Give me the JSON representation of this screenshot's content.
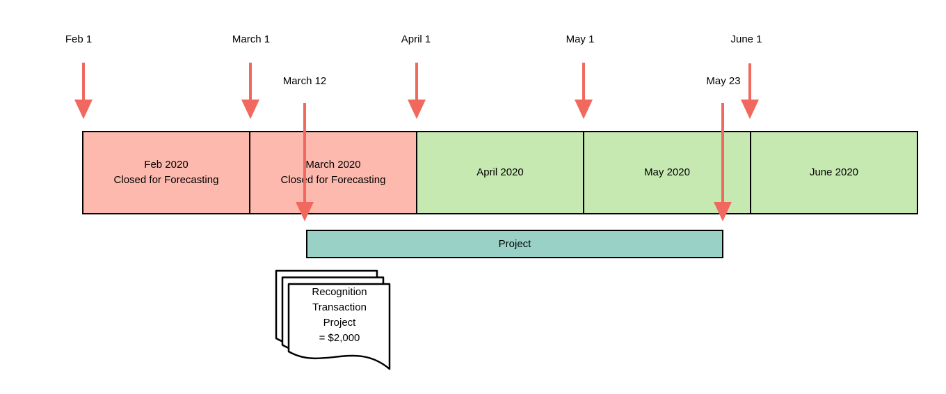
{
  "colors": {
    "closed_fill": "#fdb9ae",
    "open_fill": "#c6e8b1",
    "project_fill": "#99d1c6",
    "arrow_color": "#f1685e",
    "page_fill": "#ffffff",
    "border_color": "#000000"
  },
  "markers": [
    {
      "label": "Feb 1"
    },
    {
      "label": "March 1"
    },
    {
      "label": "March 12"
    },
    {
      "label": "April 1"
    },
    {
      "label": "May 1"
    },
    {
      "label": "May 23"
    },
    {
      "label": "June 1"
    }
  ],
  "timeline": {
    "segments": [
      {
        "label": "Feb 2020\nClosed for Forecasting",
        "status": "closed"
      },
      {
        "label": "March 2020\nClosed for Forecasting",
        "status": "closed"
      },
      {
        "label": "April 2020",
        "status": "open"
      },
      {
        "label": "May 2020",
        "status": "open"
      },
      {
        "label": "June 2020",
        "status": "open"
      }
    ]
  },
  "project": {
    "label": "Project"
  },
  "document": {
    "label": "Recognition\nTransaction\nProject\n= $2,000"
  }
}
